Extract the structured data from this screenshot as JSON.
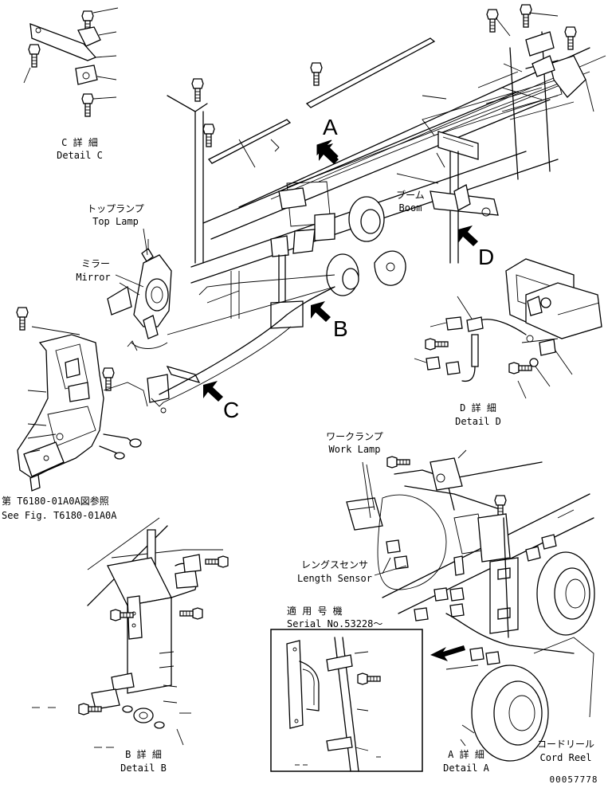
{
  "labels": {
    "detail_c_jp": "C 詳 細",
    "detail_c": "Detail C",
    "top_lamp_jp": "トップランプ",
    "top_lamp": "Top Lamp",
    "mirror_jp": "ミラー",
    "mirror": "Mirror",
    "boom_jp": "ブーム",
    "boom": "Boom",
    "detail_d_jp": "D 詳 細",
    "detail_d": "Detail D",
    "work_lamp_jp": "ワークランプ",
    "work_lamp": "Work Lamp",
    "length_sensor_jp": "レングスセンサ",
    "length_sensor": "Length Sensor",
    "serial_jp": "適 用 号 機",
    "serial": "Serial No.53228～",
    "see_fig_jp": "第 T6180-01A0A図参照",
    "see_fig": "See Fig. T6180-01A0A",
    "detail_b_jp": "B 詳 細",
    "detail_b": "Detail B",
    "detail_a_jp": "A 詳 細",
    "detail_a": "Detail A",
    "cord_reel_jp": "コードリール",
    "cord_reel": "Cord Reel",
    "drawing_no": "00057778"
  },
  "view_letters": {
    "a": "A",
    "b": "B",
    "c": "C",
    "d": "D"
  }
}
